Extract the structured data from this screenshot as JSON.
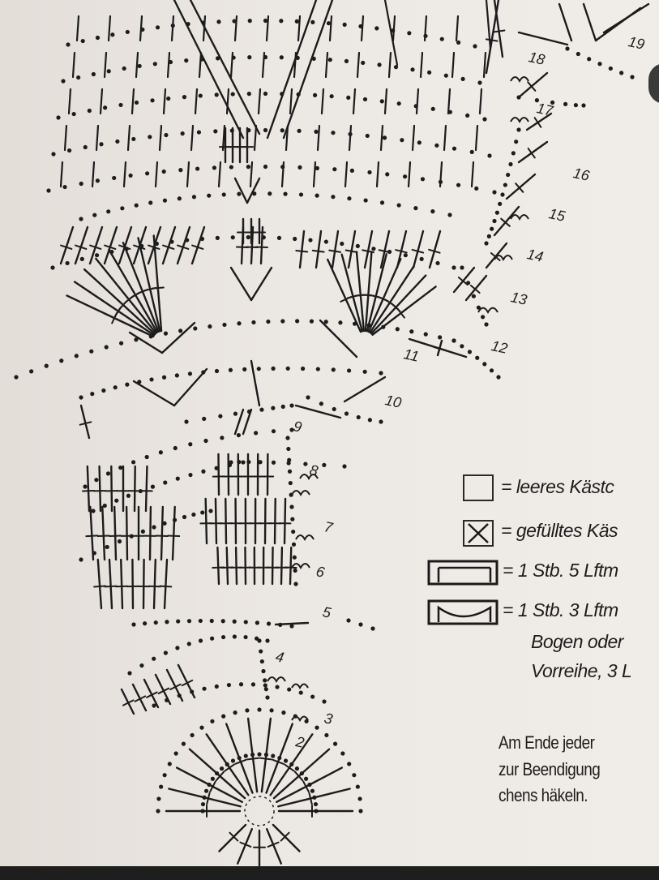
{
  "legend": {
    "empty_box": "= leeres Kästc",
    "filled_box": "= gefülltes Käs",
    "stitch_5": "= 1 Stb. 5 Lftm",
    "stitch_3_line1": "= 1 Stb. 3 Lftm",
    "stitch_3_line2": "Bogen oder",
    "stitch_3_line3": "Vorreihe, 3 L"
  },
  "note": {
    "line1": "Am Ende jeder",
    "line2": "zur Beendigung",
    "line3": "chens häkeln."
  },
  "round_labels": [
    "2",
    "3",
    "4",
    "5",
    "6",
    "7",
    "8",
    "9",
    "10",
    "11",
    "12",
    "13",
    "14",
    "15",
    "16",
    "17",
    "18",
    "19"
  ],
  "icons": {
    "empty": "empty-square-icon",
    "filled": "crossed-square-icon",
    "five_chain": "open-bar-icon",
    "three_chain": "arc-bar-icon"
  }
}
